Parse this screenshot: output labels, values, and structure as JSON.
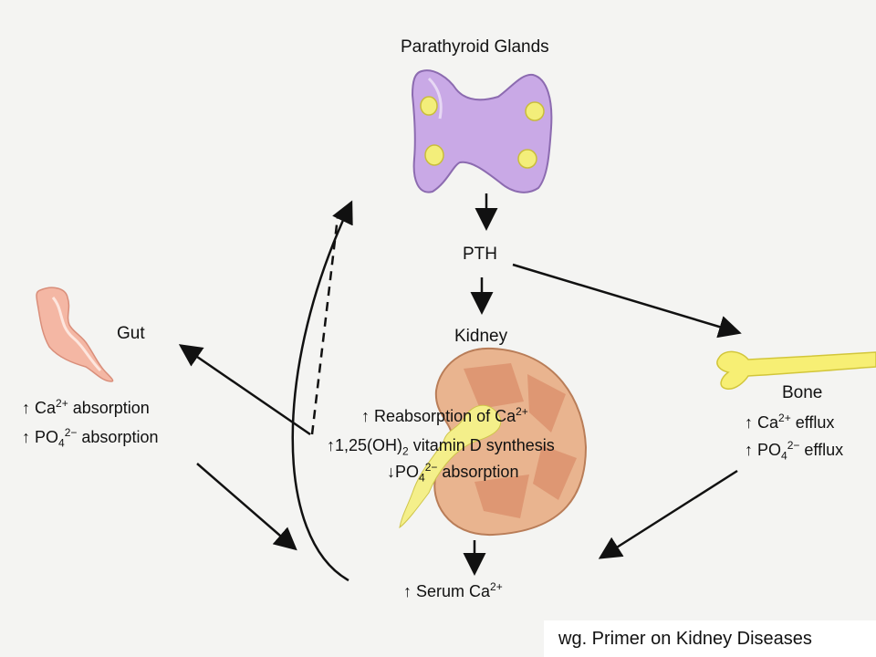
{
  "labels": {
    "parathyroid_title": "Parathyroid Glands",
    "pth": "PTH",
    "kidney_title": "Kidney",
    "gut_title": "Gut",
    "bone_title": "Bone",
    "up_arrow": "↑",
    "down_arrow": "↓"
  },
  "gut_effects": [
    {
      "pre": "Ca",
      "sup": "2+",
      "post": " absorption"
    },
    {
      "pre": "PO",
      "sub": "4",
      "sup": "2−",
      "post": " absorption"
    }
  ],
  "kidney_effects": [
    {
      "pre": "Reabsorption of Ca",
      "sup": "2+"
    },
    {
      "pre": "1,25(OH)",
      "sub": "2",
      "post": " vitamin D synthesis"
    },
    {
      "pre": "PO",
      "sub": "4",
      "sup": "2−",
      "post": " absorption"
    }
  ],
  "bone_effects": [
    {
      "pre": "Ca",
      "sup": "2+",
      "post": " efflux"
    },
    {
      "pre": "PO",
      "sub": "4",
      "sup": "2−",
      "post": " efflux"
    }
  ],
  "serum": {
    "pre": "Serum Ca",
    "sup": "2+"
  },
  "caption": "wg. Primer on Kidney Diseases",
  "colors": {
    "gland": "#c9a9e6",
    "gland_nodule": "#f3ee7a",
    "kidney": "#e9b48f",
    "kidney_inner": "#d98d6a",
    "vessel": "#f4ef8a",
    "bone": "#f7ef74",
    "gut": "#f4b7a4",
    "arrow": "#111111"
  }
}
